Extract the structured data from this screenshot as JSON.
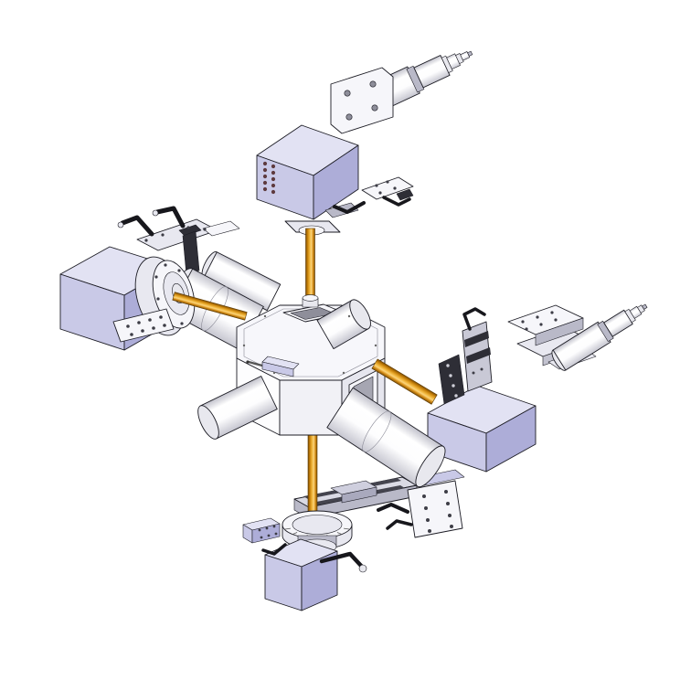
{
  "meta": {
    "description": "Isometric CAD rendering of a four-arm optical detector apparatus: a central octagonal vacuum chamber connected by orange beam rods to four lavender detector boxes with stages, clamps, flanges and collimator tubes",
    "background": "#ffffff"
  },
  "colors": {
    "background": "#ffffff",
    "outline": "#1c1c24",
    "box_top": "#e2e2f3",
    "box_front": "#c9c9e7",
    "box_side": "#adadd8",
    "panel_light": "#f6f6fa",
    "panel_mid": "#e8e8f0",
    "panel_dark": "#b9b9c8",
    "metal_dark": "#2e2e36",
    "slot_dark": "#44444e",
    "hole_dark": "#3d3d46",
    "vent_hole": "#5e3a3e",
    "cap_fill": "#e8e8ee",
    "window_inner": "#9a9aa6",
    "rod_dark": "#7a4b04",
    "rod_mid": "#e8a714",
    "rod_light": "#fbd47c"
  },
  "parts": [
    {
      "name": "central-chamber",
      "label": "central octagonal chamber"
    },
    {
      "name": "beam-rod-top",
      "label": "orange beam rod, top arm"
    },
    {
      "name": "beam-rod-left",
      "label": "orange beam rod, left arm"
    },
    {
      "name": "beam-rod-right",
      "label": "orange beam rod, right arm"
    },
    {
      "name": "beam-rod-bottom",
      "label": "orange beam rod, bottom arm"
    },
    {
      "name": "top-detector-box",
      "label": "detector box, top arm"
    },
    {
      "name": "left-detector-box",
      "label": "detector box, left arm"
    },
    {
      "name": "right-detector-box",
      "label": "detector box, right arm"
    },
    {
      "name": "bottom-detector-box",
      "label": "detector box, bottom arm"
    },
    {
      "name": "top-collimator-telescope",
      "label": "telescoping collimator tube, upper right"
    },
    {
      "name": "right-collimator-telescope",
      "label": "telescoping collimator tube, far right"
    },
    {
      "name": "left-rotation-flange",
      "label": "rotation flange disk, left arm"
    },
    {
      "name": "bottom-rotary-stage",
      "label": "graduated rotary stage, bottom arm"
    },
    {
      "name": "bottom-linear-stage",
      "label": "linear translation rail, bottom arm"
    },
    {
      "name": "toggle-clamps",
      "label": "black toggle clamps"
    },
    {
      "name": "beamline-tubes",
      "label": "white beamline tubes and ports"
    }
  ]
}
